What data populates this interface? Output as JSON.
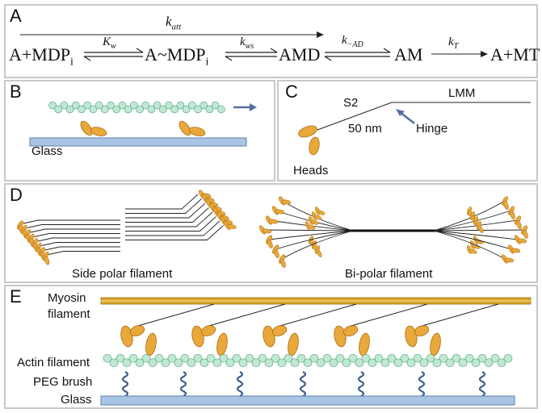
{
  "panels": {
    "a": {
      "label": "A",
      "k_att": "k",
      "k_att_sub": "att",
      "Kw": "K",
      "Kw_sub": "w",
      "kws": "k",
      "kws_sub": "ws",
      "k_minus_ad": "k",
      "k_minus_ad_sub": "−AD",
      "kT": "k",
      "kT_sub": "T",
      "species": {
        "s1": "A+MDP",
        "s1_sub": "i",
        "s2": "A~MDP",
        "s2_sub": "i",
        "s3": "AMD",
        "s4": "AM",
        "s5": "A+MT"
      }
    },
    "b": {
      "label": "B",
      "glass": "Glass"
    },
    "c": {
      "label": "C",
      "s2": "S2",
      "lmm": "LMM",
      "length": "50 nm",
      "hinge": "Hinge",
      "heads": "Heads"
    },
    "d": {
      "label": "D",
      "side_polar": "Side polar filament",
      "bipolar": "Bi-polar filament"
    },
    "e": {
      "label": "E",
      "myosin_line1": "Myosin",
      "myosin_line2": "filament",
      "actin": "Actin filament",
      "peg": "PEG brush",
      "glass": "Glass"
    }
  },
  "colors": {
    "actin_fill": "#bfe9d2",
    "actin_stroke": "#4f9a78",
    "myosin_head": "#e9a93a",
    "myosin_head_stroke": "#a86a10",
    "glass": "#a9c4e4",
    "glass_stroke": "#5d7fa8",
    "arrow": "#5570a0",
    "peg": "#3f5f90",
    "myosin_filament": "#d9a52a"
  }
}
